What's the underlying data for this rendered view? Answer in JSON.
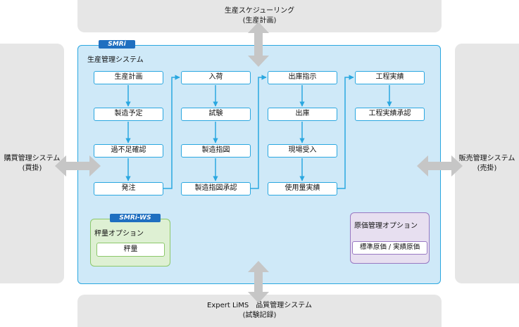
{
  "external": {
    "top": {
      "line1": "生産スケジューリング",
      "line2": "(生産計画)"
    },
    "bottom": {
      "line1": "Expert LiMS　品質管理システム",
      "line2": "(試験記録)"
    },
    "left": {
      "line1": "購買管理システム",
      "line2": "(買掛)"
    },
    "right": {
      "line1": "販売管理システム",
      "line2": "(売掛)"
    }
  },
  "main": {
    "tag": "SMRi",
    "title": "生産管理システム",
    "columns": [
      {
        "steps": [
          "生産計画",
          "製造予定",
          "過不足確認",
          "発注"
        ]
      },
      {
        "steps": [
          "入荷",
          "試験",
          "製造指図",
          "製造指図承認"
        ]
      },
      {
        "steps": [
          "出庫指示",
          "出庫",
          "現場受入",
          "使用量実績"
        ]
      },
      {
        "steps": [
          "工程実績",
          "工程実績承認"
        ]
      }
    ]
  },
  "ws_option": {
    "tag": "SMRi-WS",
    "title": "秤量オプション",
    "item": "秤量"
  },
  "cost_option": {
    "title": "原価管理オプション",
    "item": "標準原価 / 実績原価"
  },
  "colors": {
    "flow_blue": "#2aa7e0",
    "panel_bg": "#cfe9f8",
    "tag_blue": "#1f6fc0",
    "external_gray": "#e6e6e6",
    "option_green": "#8cc86a",
    "option_purple": "#9878c2",
    "connector_gray": "#c6c6c6"
  }
}
